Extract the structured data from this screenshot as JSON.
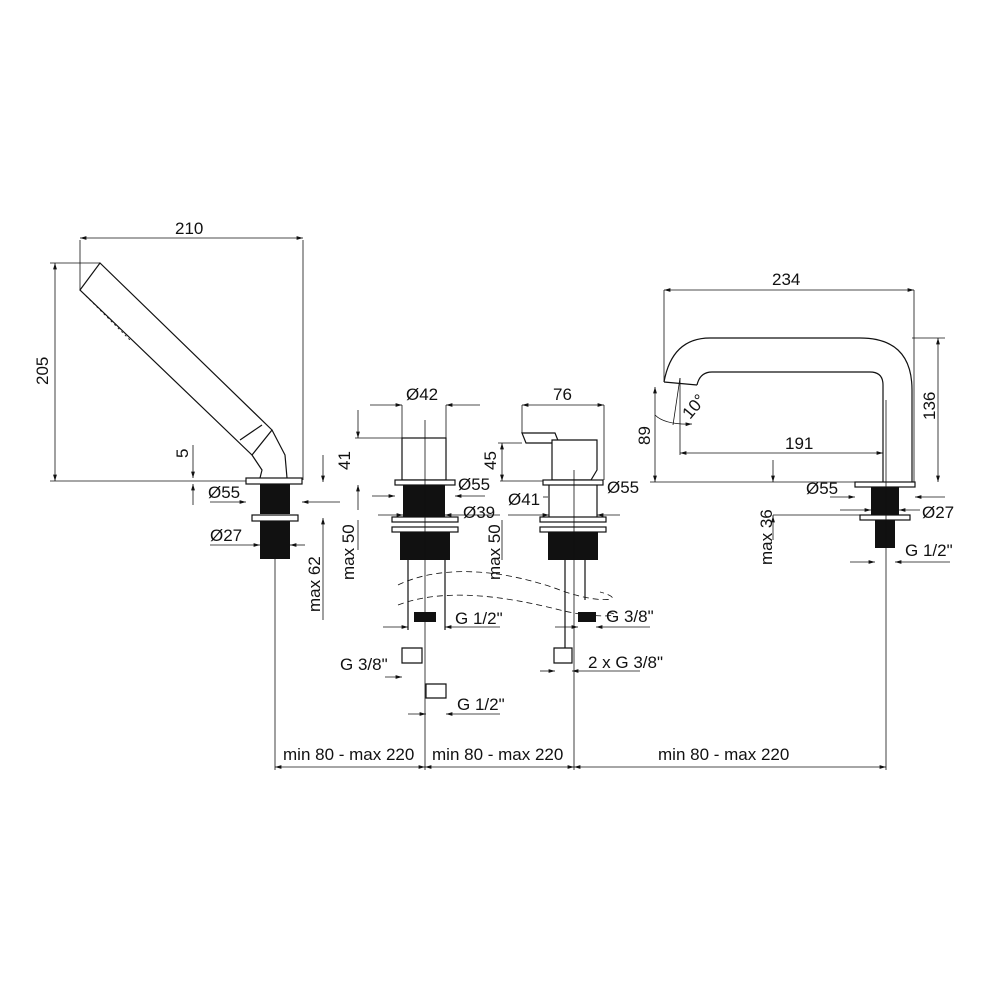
{
  "hand_shower": {
    "width": "210",
    "height": "205",
    "offset": "5",
    "flange_dia": "Ø55",
    "thread_dia": "Ø27",
    "max_depth": "max 62"
  },
  "left_valve": {
    "dia_top": "Ø42",
    "height": "41",
    "flange_dia": "Ø55",
    "body_dia": "Ø39",
    "max_depth": "max 50",
    "hose_outlet": "G 1/2\"",
    "hose_inlet": "G 3/8\"",
    "connector": "G 1/2\""
  },
  "mixer": {
    "width": "76",
    "height": "45",
    "body_dia": "Ø41",
    "flange_dia": "Ø55",
    "max_depth": "max 50",
    "outlet": "G 3/8\"",
    "inlets": "2 x G 3/8\""
  },
  "spout": {
    "width": "234",
    "height": "136",
    "outlet_height": "89",
    "angle": "10°",
    "reach": "191",
    "flange_dia": "Ø55",
    "thread_dia": "Ø27",
    "max_depth": "max 36",
    "connection": "G 1/2\""
  },
  "spacing": [
    "min 80 - max 220",
    "min 80 - max 220",
    "min 80 - max 220"
  ]
}
